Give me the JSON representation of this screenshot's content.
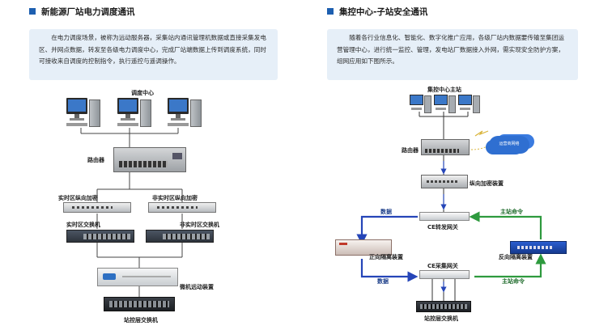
{
  "left": {
    "title": "新能源厂站电力调度通讯",
    "description": "在电力调度场景，被称为远动服务器，采集站内通讯管理机数据或直接采集发电区、并网点数据，转发至各级电力调度中心，完成厂站端数据上传到调度系统，同时可接收来自调度的控制指令，执行遥控与遥调操作。",
    "labels": {
      "dispatch_center": "调度中心",
      "router": "路由器",
      "realtime_encrypt": "实时区纵向加密",
      "nonrealtime_encrypt": "非实时区纵向加密",
      "realtime_switch": "实时区交换机",
      "nonrealtime_switch": "非实时区交换机",
      "remote_device": "微机远动装置",
      "station_switch": "站控层交换机"
    }
  },
  "right": {
    "title": "集控中心-子站安全通讯",
    "description": "随着各行业信息化、智能化、数字化推广应用，各级厂站内数据要传输至集团运营管理中心，进行统一监控、管理，发电站厂数据接入外网，需实现安全防护方案，组网应用如下图所示。",
    "labels": {
      "main_station": "集控中心主站",
      "router": "路由器",
      "cloud": "运营商网络",
      "longitudinal_encrypt": "纵向加密装置",
      "data_top": "数据",
      "main_cmd_top": "主站命令",
      "ce_forward": "CE转发网关",
      "forward_isolation": "正向隔离装置",
      "reverse_isolation": "反向隔离装置",
      "ce_collect": "CE采集网关",
      "data_bottom": "数据",
      "main_cmd_bottom": "主站命令",
      "station_switch": "站控层交换机"
    }
  },
  "colors": {
    "accent": "#1d5fb0",
    "desc_bg": "#e6eff8",
    "blue_arrow": "#2545b8",
    "green_arrow": "#2e9a3e"
  }
}
